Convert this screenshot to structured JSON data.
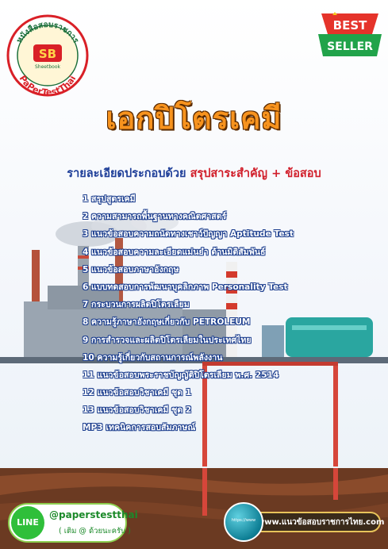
{
  "logo": {
    "arc_text": "หนังสือสอบราชการ",
    "monogram": "SB",
    "sheetbook": "Sheetbook",
    "brand": "PaPerTestThai"
  },
  "badge": {
    "line1": "BEST",
    "line2": "SELLER"
  },
  "title": "เอกปิโตรเคมี",
  "subtitle": {
    "prefix": "รายละเอียดประกอบด้วย",
    "highlight": "สรุปสาระสำคัญ",
    "plus": "+",
    "suffix": "ข้อสอบ"
  },
  "toc": [
    "1 สรุปสูตรเคมี",
    "2 ความสามารถพื้นฐานทางคณิตศาสตร์",
    "3 แนวข้อสอบความถนัดทางเชาว์ปัญญา  Aptitude Test",
    "4 แนวข้อสอบความละเอียดแม่นยำ ด้านมิติสัมพันธ์",
    "5 แนวข้อสอบภาษาอังกฤษ",
    "6 แบบทดสอบการพัฒนาบุคลิกภาพ Personality Test",
    "7 กระบวนการผลิตปิโตรเลียม",
    "8 ความรู้ภาษาอังกฤษเกี่ยวกับ PETROLEUM",
    "9 การสำรวจและผลิตปิโตรเลียมในประเทศไทย",
    "10 ความรู้เกี่ยวกับสถานการณ์พลังงาน",
    "11 แนวข้อสอบพระราชบัญญัติปิโตรเลียม พ.ศ. 2514",
    "12 แนวข้อสอบวิชาเคมี ชุด 1",
    "13 แนวข้อสอบวิชาเคมี ชุด 2",
    "MP3 เทคนิคการสอบสัมภาษณ์"
  ],
  "line": {
    "icon_label": "LINE",
    "handle": "@paperstestthai",
    "note": "( เติม @ ด้วยนะครับ )"
  },
  "website": {
    "globe_text": "https://www",
    "url": "www.แนวข้อสอบราชการไทย.com"
  },
  "colors": {
    "title_orange": "#f7931e",
    "subtitle_blue": "#1f3f99",
    "subtitle_red": "#d11f2b",
    "badge_red": "#e5332a",
    "badge_green": "#21a34a"
  }
}
